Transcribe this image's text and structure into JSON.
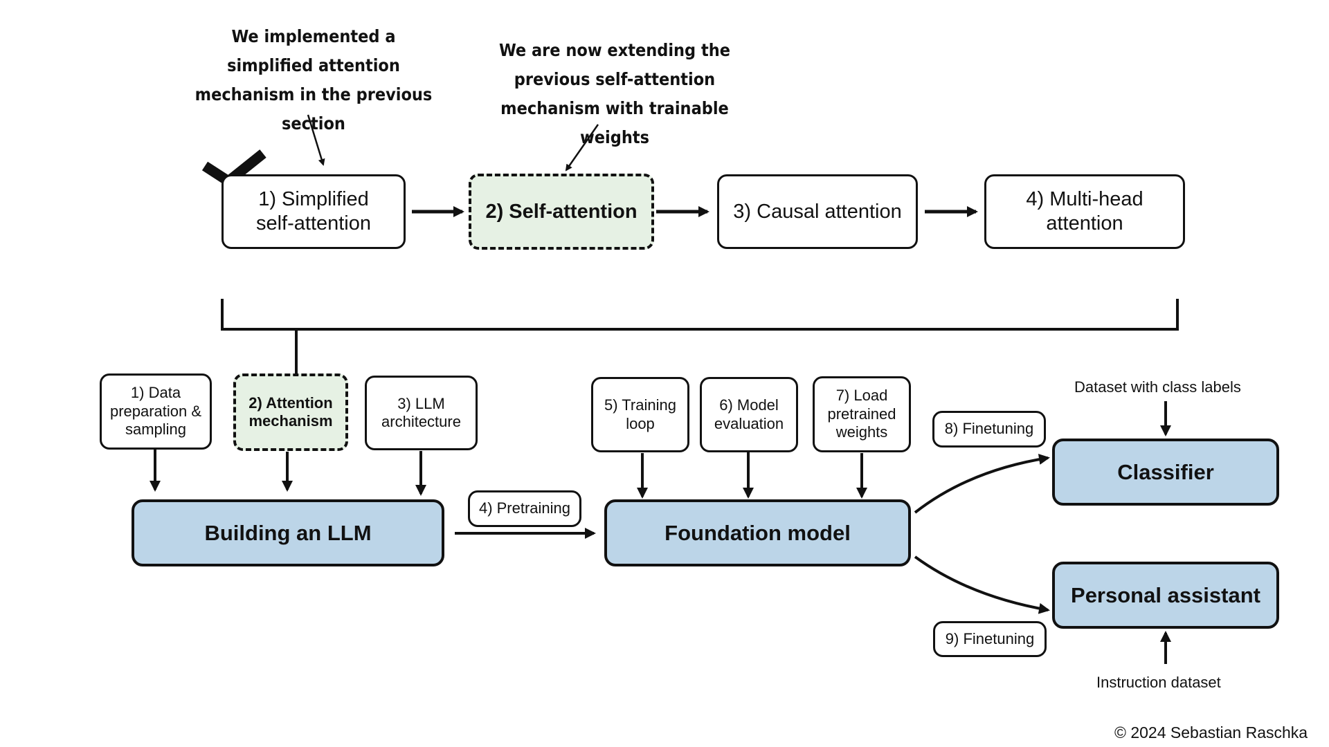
{
  "annotations": {
    "note_left": "We implemented a simplified attention mechanism in the previous section",
    "note_right": "We are now extending the previous self-attention mechanism with trainable weights"
  },
  "top_row": [
    {
      "label": "1) Simplified self-attention",
      "done": true
    },
    {
      "label": "2) Self-attention",
      "current": true
    },
    {
      "label": "3) Causal attention"
    },
    {
      "label": "4) Multi-head attention"
    }
  ],
  "stages": {
    "s1": "1) Data preparation & sampling",
    "s2": "2) Attention mechanism",
    "s3": "3) LLM architecture",
    "s4": "4) Pretraining",
    "s5": "5) Training loop",
    "s6": "6) Model evaluation",
    "s7": "7) Load pretrained weights",
    "s8": "8) Finetuning",
    "s9": "9) Finetuning"
  },
  "blocks": {
    "building": "Building an LLM",
    "foundation": "Foundation model",
    "classifier": "Classifier",
    "assistant": "Personal assistant"
  },
  "datasets": {
    "class_labels": "Dataset with class labels",
    "instruction": "Instruction dataset"
  },
  "copyright": "© 2024 Sebastian Raschka"
}
